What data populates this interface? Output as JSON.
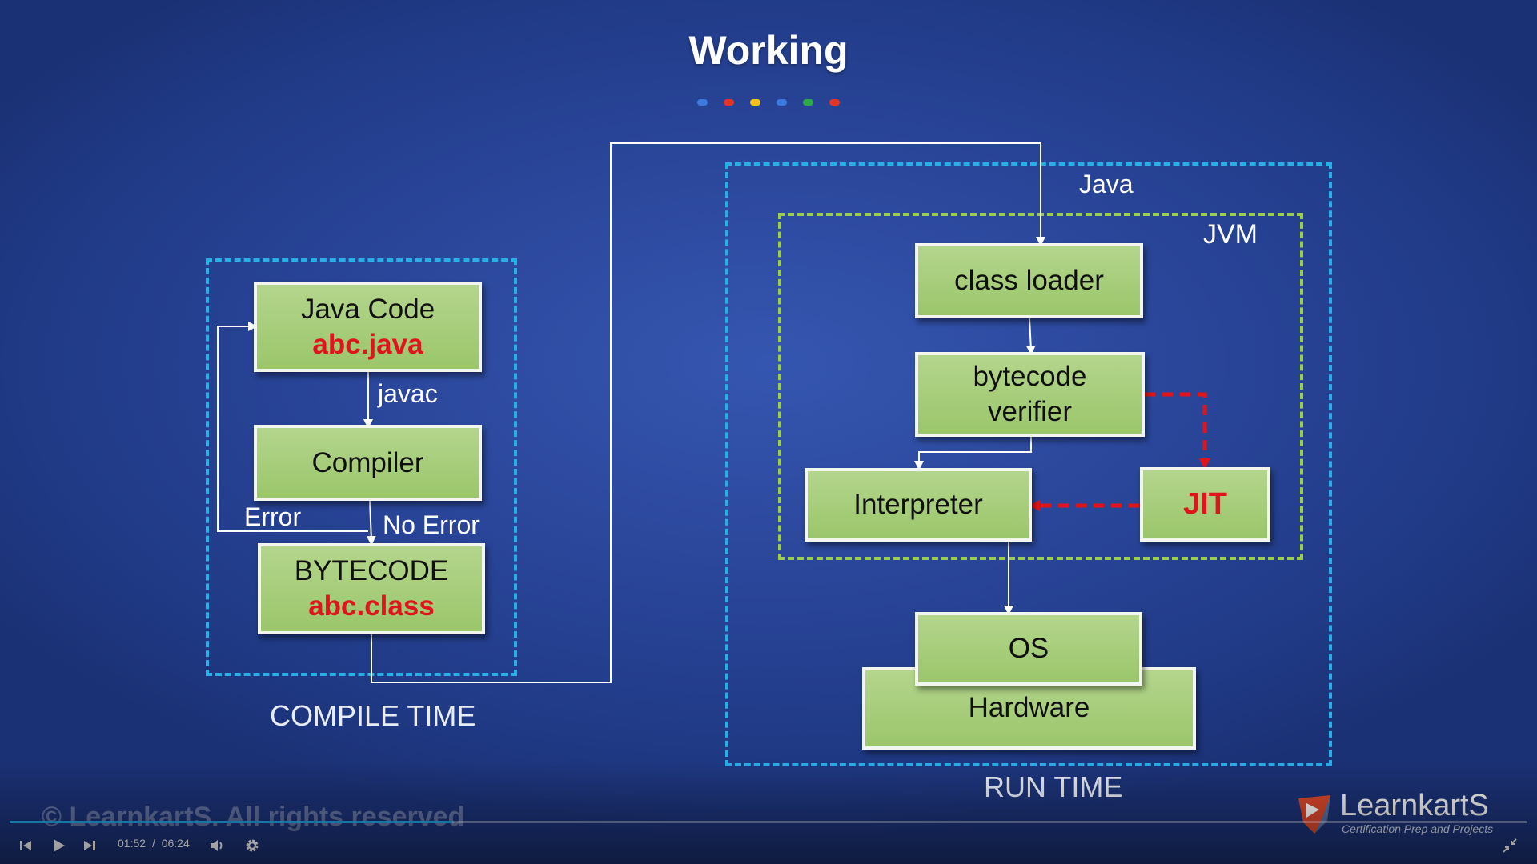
{
  "slide": {
    "title": "Working",
    "dot_colors": [
      "#3b7be0",
      "#e0352b",
      "#f2c21a",
      "#3b7be0",
      "#2fa84a",
      "#e0352b"
    ],
    "compile": {
      "java_code_line1": "Java Code",
      "java_code_line2": "abc.java",
      "javac_label": "javac",
      "compiler_label": "Compiler",
      "error_label": "Error",
      "no_error_label": "No Error",
      "bytecode_line1": "BYTECODE",
      "bytecode_line2": "abc.class",
      "section_label": "COMPILE TIME"
    },
    "runtime": {
      "java_label": "Java",
      "jvm_label": "JVM",
      "class_loader": "class loader",
      "bytecode_verifier_line1": "bytecode",
      "bytecode_verifier_line2": "verifier",
      "interpreter": "Interpreter",
      "jit": "JIT",
      "os": "OS",
      "hardware": "Hardware",
      "section_label": "RUN TIME"
    },
    "colors": {
      "zone_blue": "#29aee6",
      "zone_green": "#9bcf4a",
      "box_fill": "#a8cf7d",
      "highlight_red": "#e0141c"
    }
  },
  "watermark": "© LearnkartS. All rights reserved",
  "logo": {
    "name": "LearnkartS",
    "tagline": "Certification Prep and Projects"
  },
  "player": {
    "current_time": "01:52",
    "time_separator": "/",
    "duration": "06:24",
    "progress_percent": 29.2,
    "icons": {
      "prev": "skip-previous-icon",
      "play": "play-icon",
      "next": "skip-next-icon",
      "volume": "volume-icon",
      "settings": "gear-icon",
      "fullscreen": "exit-fullscreen-icon"
    }
  }
}
